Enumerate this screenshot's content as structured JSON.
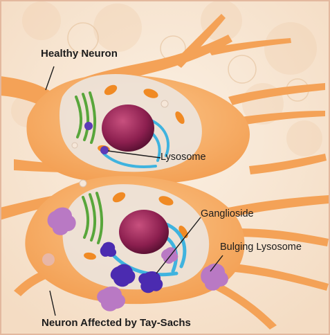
{
  "labels": {
    "healthy_neuron": "Healthy Neuron",
    "lysosome": "Lysosome",
    "ganglioside": "Ganglioside",
    "bulging_lysosome": "Bulging Lysosome",
    "affected_neuron": "Neuron Affected by Tay-Sachs"
  },
  "colors": {
    "background": "#f8e7d4",
    "neuron_body": "#f6a65a",
    "cytoplasm": "#ece6df",
    "nucleus": "#8c1f4f",
    "er": "#3fb3df",
    "golgi": "#58a63b",
    "mitochondria": "#f08a24",
    "lysosome": "#5c3bb8",
    "bulging_lysosome": "#b979c4",
    "frame": "#e3b89e"
  }
}
